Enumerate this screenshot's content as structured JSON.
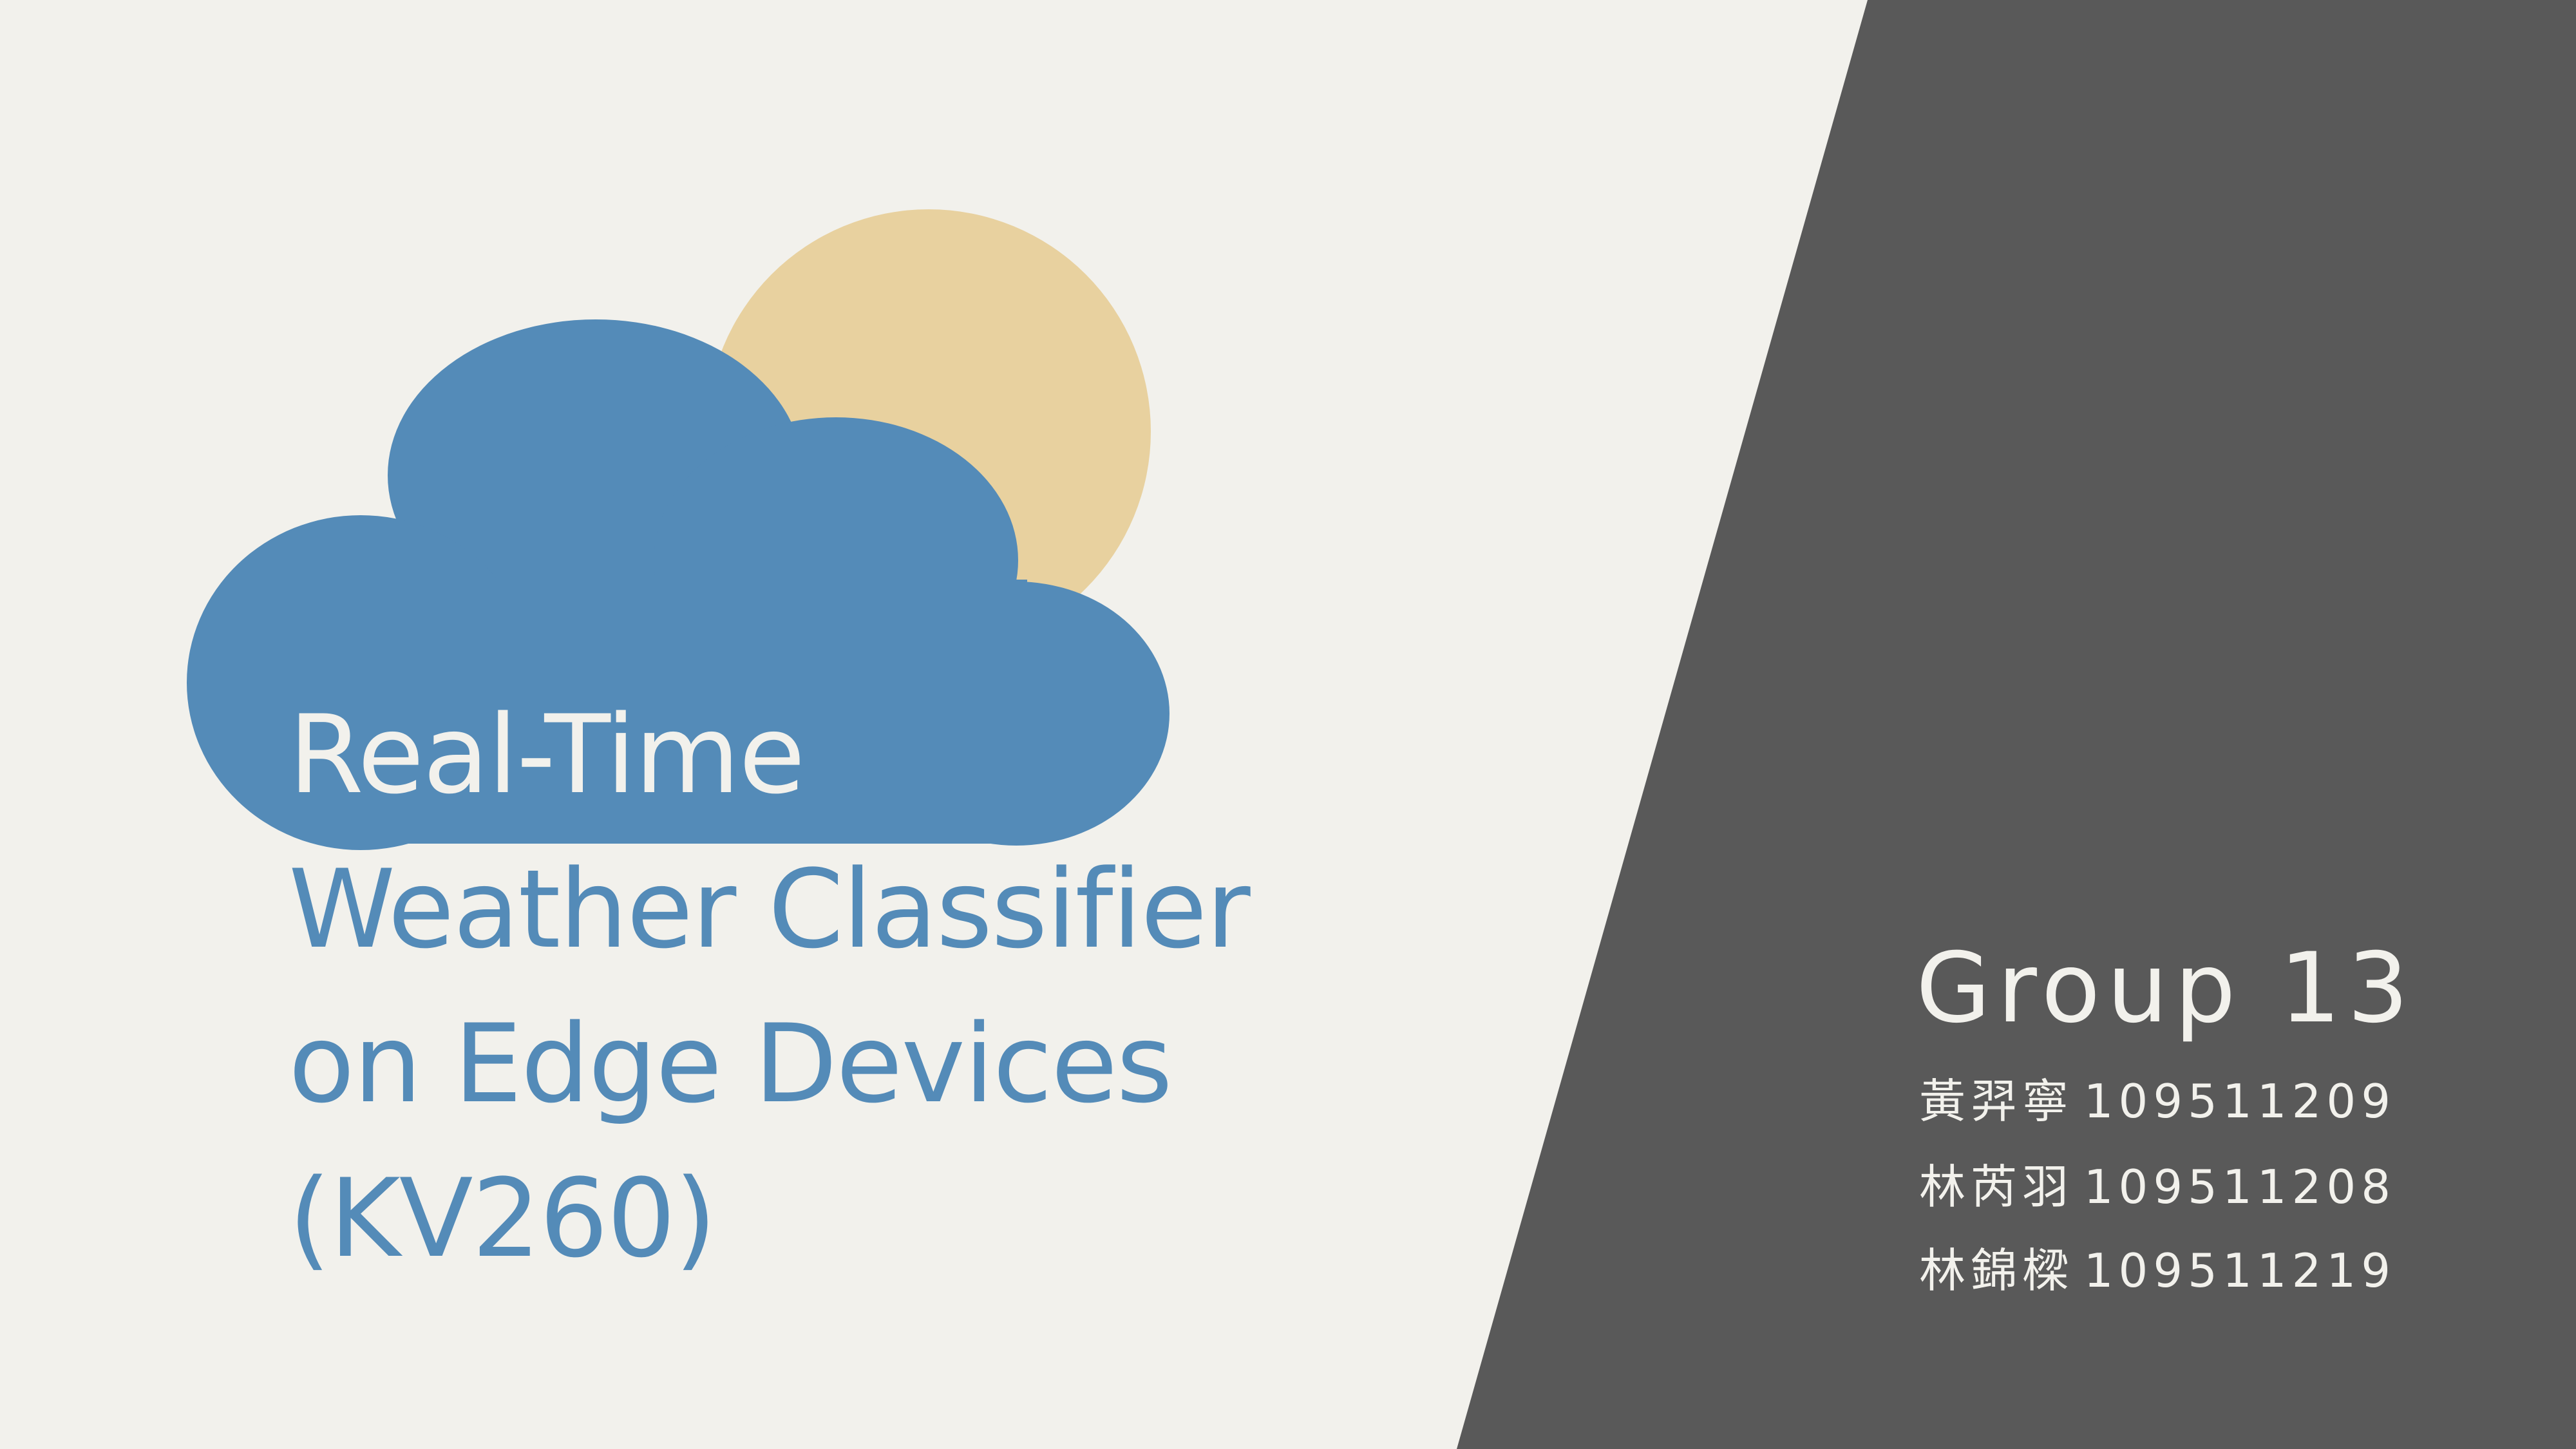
{
  "colors": {
    "background": "#f2f1ec",
    "panel": "#595959",
    "cloud": "#548bb8",
    "sun": "#e8d19f",
    "title_text": "#548bb8",
    "light_text": "#f2f1ec"
  },
  "illustration": {
    "sun": "sun-icon",
    "cloud": "cloud-icon"
  },
  "title": {
    "lines": [
      "Real-Time",
      "Weather Classifier",
      "on Edge Devices",
      "(KV260)"
    ]
  },
  "group": {
    "heading": "Group  13",
    "members": [
      {
        "name": "黃羿寧",
        "id": "109511209"
      },
      {
        "name": "林芮羽",
        "id": "109511208"
      },
      {
        "name": "林錦樑",
        "id": "109511219"
      }
    ]
  }
}
